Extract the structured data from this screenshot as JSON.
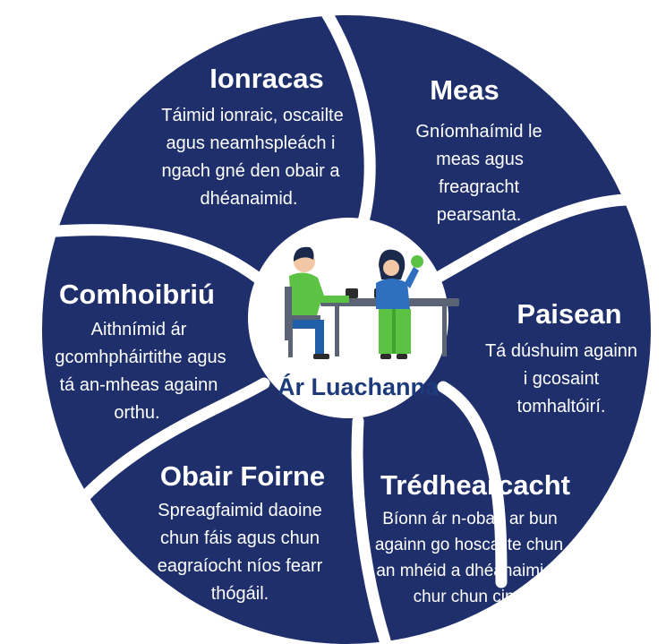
{
  "colors": {
    "segment": "#1f2f6b",
    "divider": "#ffffff",
    "center_bg": "#ffffff",
    "center_label": "#1d3b7a",
    "person_shirt": "#5cc243",
    "person_pants": "#1f5fa8",
    "person_hair": "#1b2a4a",
    "table": "#5a6474"
  },
  "center": {
    "label": "Ár Luachanna",
    "illustration_icon": "people-at-table-icon"
  },
  "values": [
    {
      "id": "ionracas",
      "title": "Ionracas",
      "lines": [
        "Táimid ionraic, oscailte",
        "agus neamhspleách i",
        "ngach gné den obair a",
        "dhéanaimid."
      ]
    },
    {
      "id": "meas",
      "title": "Meas",
      "lines": [
        "Gníomhaímid le",
        "meas agus",
        "freagracht",
        "pearsanta."
      ]
    },
    {
      "id": "paisean",
      "title": "Paisean",
      "lines": [
        "Tá dúshuim againn",
        "i gcosaint",
        "tomhaltóirí."
      ]
    },
    {
      "id": "tredhearcacht",
      "title": "Trédhearcacht",
      "lines": [
        "Bíonn ár n-obair ar bun",
        "againn go hoscailte chun",
        "an mhéid a dhéanaimid a",
        "chur chun cinn."
      ]
    },
    {
      "id": "obair-foirne",
      "title": "Obair Foirne",
      "lines": [
        "Spreagfaimid daoine",
        "chun fáis agus chun",
        "eagraíocht níos fearr",
        "thógáil."
      ]
    },
    {
      "id": "comhoibriu",
      "title": "Comhoibriú",
      "lines": [
        "Aithnímid ár",
        "gcomhpháirtithe agus",
        "tá an-mheas againn",
        "orthu."
      ]
    }
  ]
}
